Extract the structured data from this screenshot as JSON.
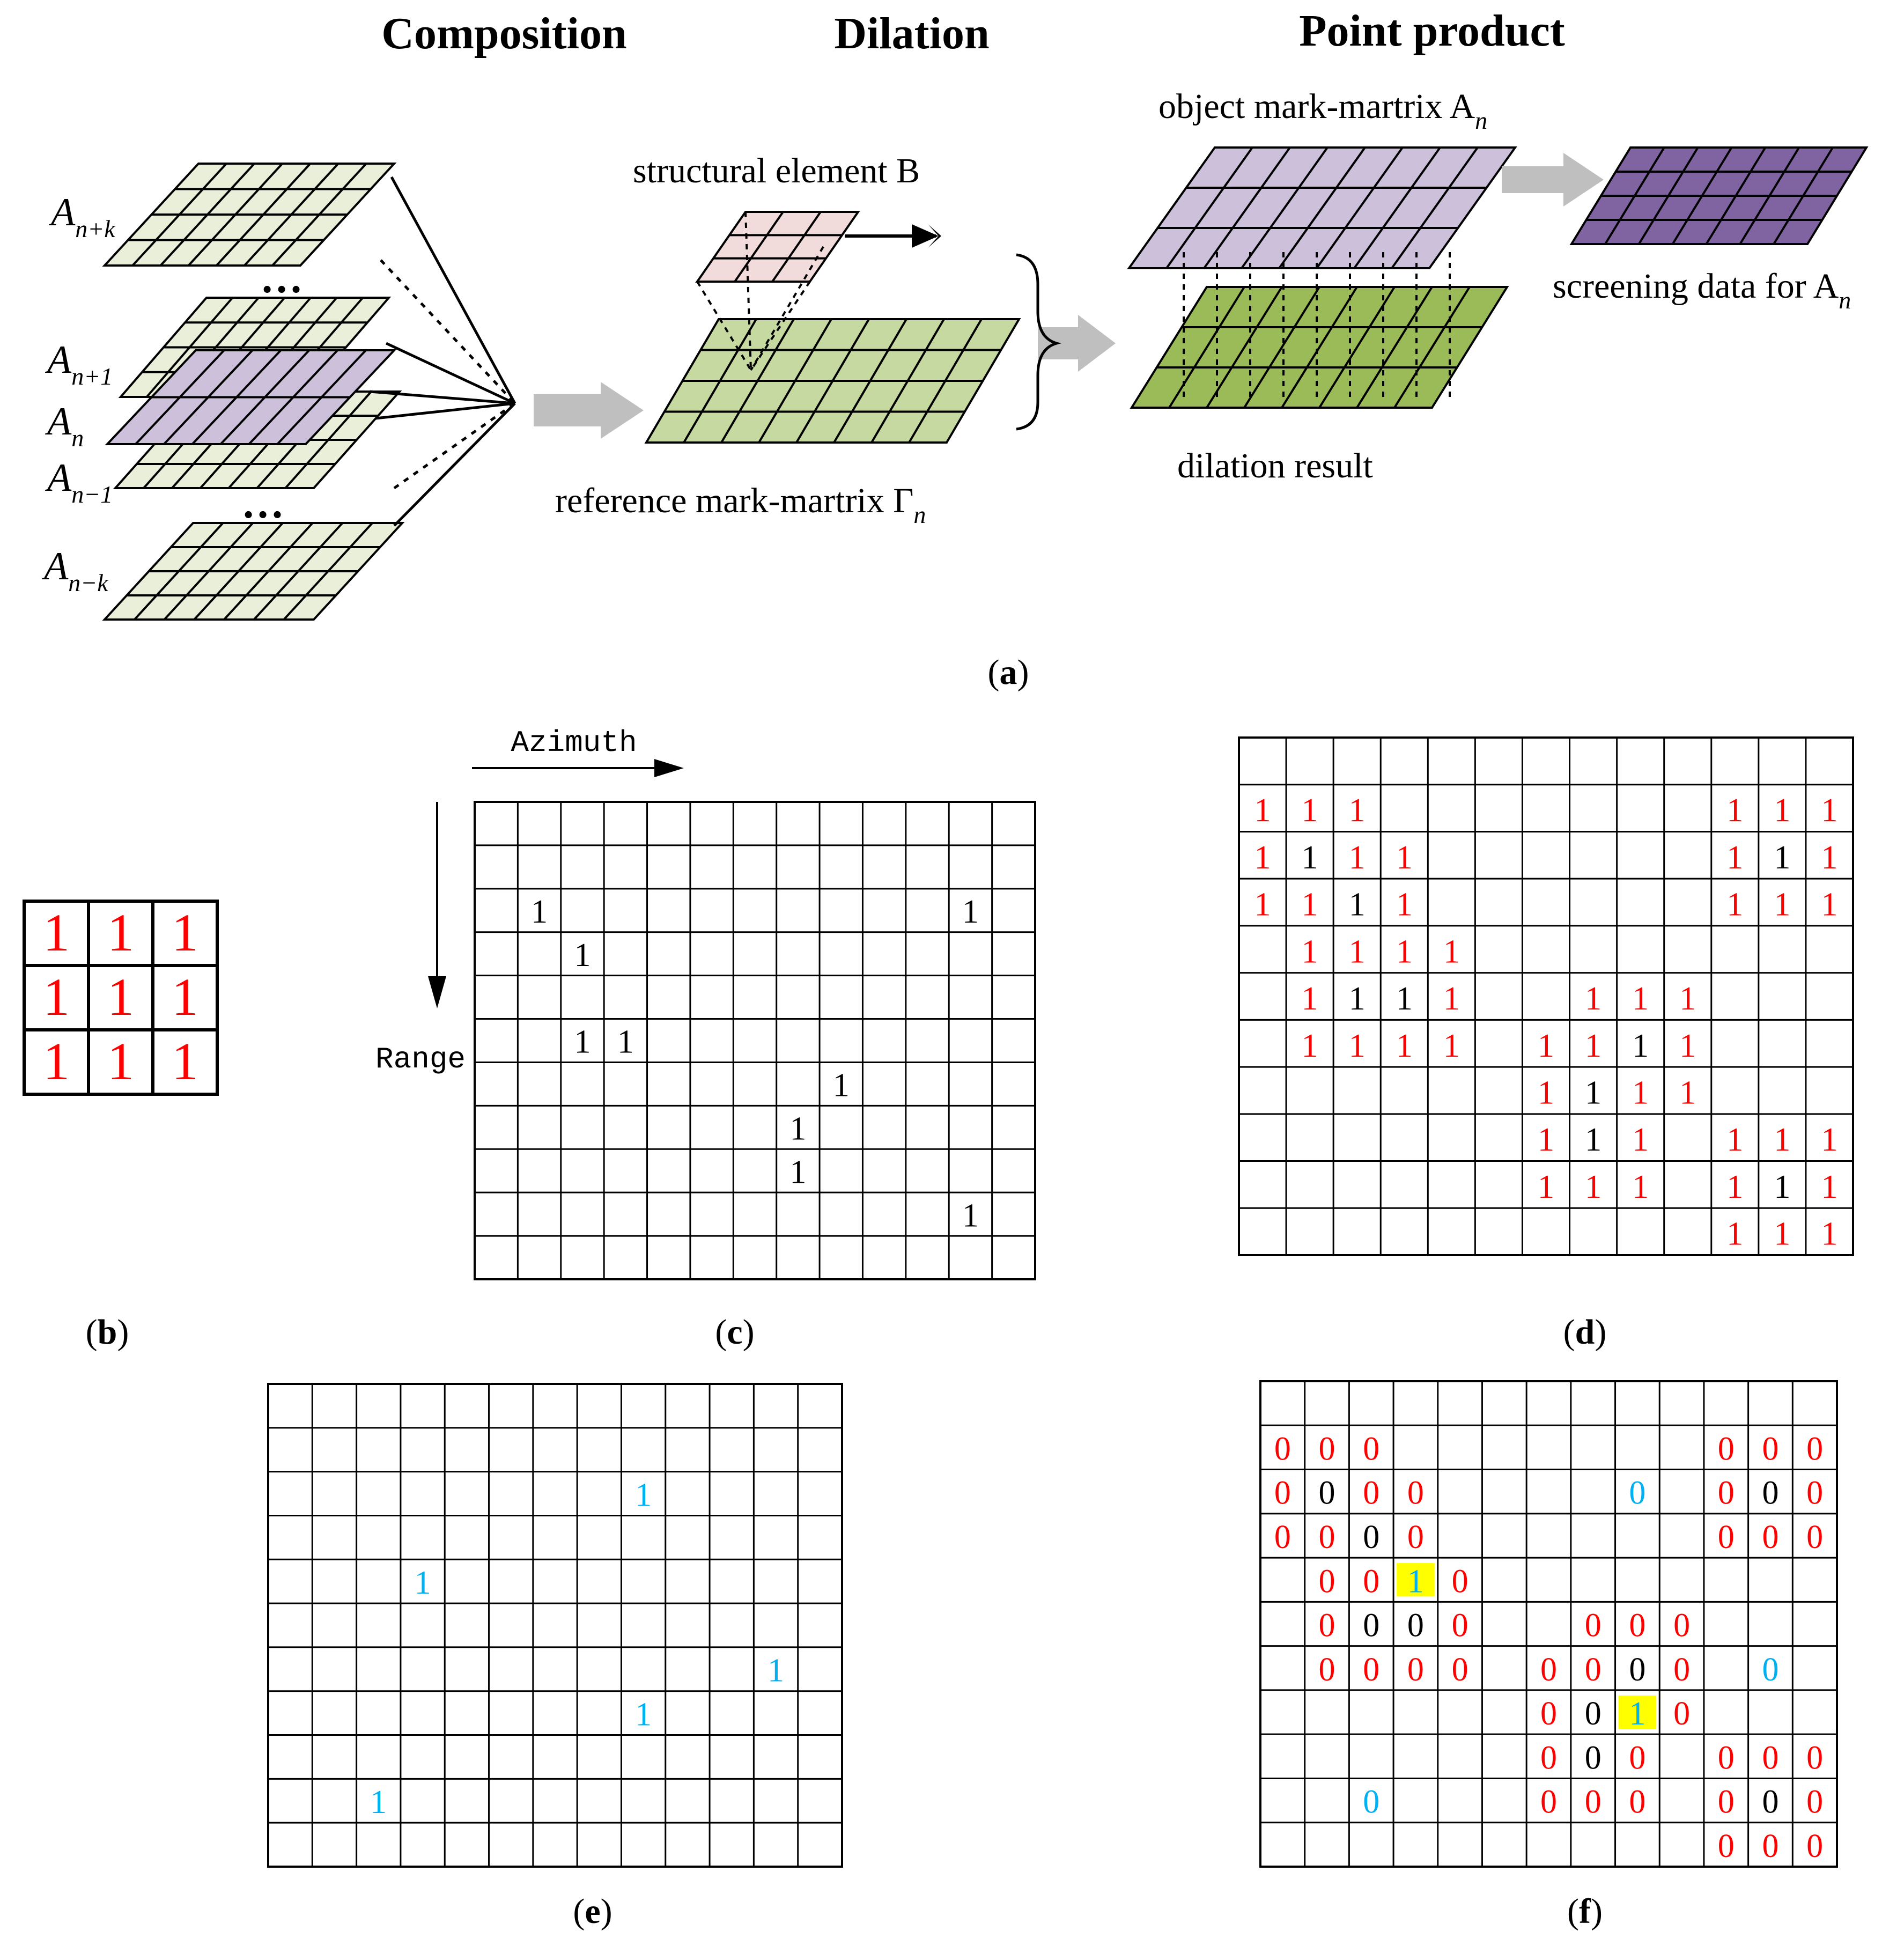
{
  "titles": {
    "composition": "Composition",
    "dilation": "Dilation",
    "point_product": "Point product"
  },
  "panel_a": {
    "stack_labels": [
      {
        "base": "A",
        "sub": "n+k"
      },
      {
        "base": "A",
        "sub": "n+1"
      },
      {
        "base": "A",
        "sub": "n"
      },
      {
        "base": "A",
        "sub": "n−1"
      },
      {
        "base": "A",
        "sub": "n−k"
      }
    ],
    "ellipsis": "…",
    "structural_element": "structural element B",
    "reference_matrix": "reference mark-martrix Γ",
    "reference_sub": "n",
    "object_matrix": "object mark-martrix A",
    "object_sub": "n",
    "dilation_result": "dilation result",
    "screening": "screening data for A",
    "screening_sub": "n",
    "colors": {
      "light_green": "#e9efd9",
      "green": "#c5d9a1",
      "dark_green": "#9bbb59",
      "lavender": "#ccc0da",
      "purple": "#8064a2",
      "pink": "#f2dcdb",
      "arrow_gray": "#bfbfbf"
    }
  },
  "panel_b": {
    "value": "1",
    "color": "#ff0000"
  },
  "panel_c": {
    "azimuth": "Azimuth",
    "range": "Range"
  },
  "captions": {
    "a": "a",
    "b": "b",
    "c": "c",
    "d": "d",
    "e": "e",
    "f": "f"
  },
  "grids": {
    "c": {
      "rows": 11,
      "cols": 13,
      "cells": [
        {
          "r": 2,
          "c": 1,
          "v": "1",
          "col": "#000000"
        },
        {
          "r": 2,
          "c": 11,
          "v": "1",
          "col": "#000000"
        },
        {
          "r": 3,
          "c": 2,
          "v": "1",
          "col": "#000000"
        },
        {
          "r": 5,
          "c": 2,
          "v": "1",
          "col": "#000000"
        },
        {
          "r": 5,
          "c": 3,
          "v": "1",
          "col": "#000000"
        },
        {
          "r": 6,
          "c": 8,
          "v": "1",
          "col": "#000000"
        },
        {
          "r": 7,
          "c": 7,
          "v": "1",
          "col": "#000000"
        },
        {
          "r": 8,
          "c": 7,
          "v": "1",
          "col": "#000000"
        },
        {
          "r": 9,
          "c": 11,
          "v": "1",
          "col": "#000000"
        }
      ]
    },
    "d": {
      "rows": 11,
      "cols": 13,
      "cells": [
        {
          "r": 1,
          "c": 0,
          "v": "1",
          "col": "#ff0000"
        },
        {
          "r": 1,
          "c": 1,
          "v": "1",
          "col": "#ff0000"
        },
        {
          "r": 1,
          "c": 2,
          "v": "1",
          "col": "#ff0000"
        },
        {
          "r": 1,
          "c": 10,
          "v": "1",
          "col": "#ff0000"
        },
        {
          "r": 1,
          "c": 11,
          "v": "1",
          "col": "#ff0000"
        },
        {
          "r": 1,
          "c": 12,
          "v": "1",
          "col": "#ff0000"
        },
        {
          "r": 2,
          "c": 0,
          "v": "1",
          "col": "#ff0000"
        },
        {
          "r": 2,
          "c": 1,
          "v": "1",
          "col": "#000000"
        },
        {
          "r": 2,
          "c": 2,
          "v": "1",
          "col": "#ff0000"
        },
        {
          "r": 2,
          "c": 3,
          "v": "1",
          "col": "#ff0000"
        },
        {
          "r": 2,
          "c": 10,
          "v": "1",
          "col": "#ff0000"
        },
        {
          "r": 2,
          "c": 11,
          "v": "1",
          "col": "#000000"
        },
        {
          "r": 2,
          "c": 12,
          "v": "1",
          "col": "#ff0000"
        },
        {
          "r": 3,
          "c": 0,
          "v": "1",
          "col": "#ff0000"
        },
        {
          "r": 3,
          "c": 1,
          "v": "1",
          "col": "#ff0000"
        },
        {
          "r": 3,
          "c": 2,
          "v": "1",
          "col": "#000000"
        },
        {
          "r": 3,
          "c": 3,
          "v": "1",
          "col": "#ff0000"
        },
        {
          "r": 3,
          "c": 10,
          "v": "1",
          "col": "#ff0000"
        },
        {
          "r": 3,
          "c": 11,
          "v": "1",
          "col": "#ff0000"
        },
        {
          "r": 3,
          "c": 12,
          "v": "1",
          "col": "#ff0000"
        },
        {
          "r": 4,
          "c": 1,
          "v": "1",
          "col": "#ff0000"
        },
        {
          "r": 4,
          "c": 2,
          "v": "1",
          "col": "#ff0000"
        },
        {
          "r": 4,
          "c": 3,
          "v": "1",
          "col": "#ff0000"
        },
        {
          "r": 4,
          "c": 4,
          "v": "1",
          "col": "#ff0000"
        },
        {
          "r": 5,
          "c": 1,
          "v": "1",
          "col": "#ff0000"
        },
        {
          "r": 5,
          "c": 2,
          "v": "1",
          "col": "#000000"
        },
        {
          "r": 5,
          "c": 3,
          "v": "1",
          "col": "#000000"
        },
        {
          "r": 5,
          "c": 4,
          "v": "1",
          "col": "#ff0000"
        },
        {
          "r": 5,
          "c": 7,
          "v": "1",
          "col": "#ff0000"
        },
        {
          "r": 5,
          "c": 8,
          "v": "1",
          "col": "#ff0000"
        },
        {
          "r": 5,
          "c": 9,
          "v": "1",
          "col": "#ff0000"
        },
        {
          "r": 6,
          "c": 1,
          "v": "1",
          "col": "#ff0000"
        },
        {
          "r": 6,
          "c": 2,
          "v": "1",
          "col": "#ff0000"
        },
        {
          "r": 6,
          "c": 3,
          "v": "1",
          "col": "#ff0000"
        },
        {
          "r": 6,
          "c": 4,
          "v": "1",
          "col": "#ff0000"
        },
        {
          "r": 6,
          "c": 6,
          "v": "1",
          "col": "#ff0000"
        },
        {
          "r": 6,
          "c": 7,
          "v": "1",
          "col": "#ff0000"
        },
        {
          "r": 6,
          "c": 8,
          "v": "1",
          "col": "#000000"
        },
        {
          "r": 6,
          "c": 9,
          "v": "1",
          "col": "#ff0000"
        },
        {
          "r": 7,
          "c": 6,
          "v": "1",
          "col": "#ff0000"
        },
        {
          "r": 7,
          "c": 7,
          "v": "1",
          "col": "#000000"
        },
        {
          "r": 7,
          "c": 8,
          "v": "1",
          "col": "#ff0000"
        },
        {
          "r": 7,
          "c": 9,
          "v": "1",
          "col": "#ff0000"
        },
        {
          "r": 8,
          "c": 6,
          "v": "1",
          "col": "#ff0000"
        },
        {
          "r": 8,
          "c": 7,
          "v": "1",
          "col": "#000000"
        },
        {
          "r": 8,
          "c": 8,
          "v": "1",
          "col": "#ff0000"
        },
        {
          "r": 8,
          "c": 10,
          "v": "1",
          "col": "#ff0000"
        },
        {
          "r": 8,
          "c": 11,
          "v": "1",
          "col": "#ff0000"
        },
        {
          "r": 8,
          "c": 12,
          "v": "1",
          "col": "#ff0000"
        },
        {
          "r": 9,
          "c": 6,
          "v": "1",
          "col": "#ff0000"
        },
        {
          "r": 9,
          "c": 7,
          "v": "1",
          "col": "#ff0000"
        },
        {
          "r": 9,
          "c": 8,
          "v": "1",
          "col": "#ff0000"
        },
        {
          "r": 9,
          "c": 10,
          "v": "1",
          "col": "#ff0000"
        },
        {
          "r": 9,
          "c": 11,
          "v": "1",
          "col": "#000000"
        },
        {
          "r": 9,
          "c": 12,
          "v": "1",
          "col": "#ff0000"
        },
        {
          "r": 10,
          "c": 10,
          "v": "1",
          "col": "#ff0000"
        },
        {
          "r": 10,
          "c": 11,
          "v": "1",
          "col": "#ff0000"
        },
        {
          "r": 10,
          "c": 12,
          "v": "1",
          "col": "#ff0000"
        }
      ]
    },
    "e": {
      "rows": 11,
      "cols": 13,
      "cells": [
        {
          "r": 2,
          "c": 8,
          "v": "1",
          "col": "#00b0f0"
        },
        {
          "r": 4,
          "c": 3,
          "v": "1",
          "col": "#00b0f0"
        },
        {
          "r": 6,
          "c": 11,
          "v": "1",
          "col": "#00b0f0"
        },
        {
          "r": 7,
          "c": 8,
          "v": "1",
          "col": "#00b0f0"
        },
        {
          "r": 9,
          "c": 2,
          "v": "1",
          "col": "#00b0f0"
        }
      ]
    },
    "f": {
      "rows": 11,
      "cols": 13,
      "cells": [
        {
          "r": 1,
          "c": 0,
          "v": "0",
          "col": "#ff0000"
        },
        {
          "r": 1,
          "c": 1,
          "v": "0",
          "col": "#ff0000"
        },
        {
          "r": 1,
          "c": 2,
          "v": "0",
          "col": "#ff0000"
        },
        {
          "r": 1,
          "c": 10,
          "v": "0",
          "col": "#ff0000"
        },
        {
          "r": 1,
          "c": 11,
          "v": "0",
          "col": "#ff0000"
        },
        {
          "r": 1,
          "c": 12,
          "v": "0",
          "col": "#ff0000"
        },
        {
          "r": 2,
          "c": 0,
          "v": "0",
          "col": "#ff0000"
        },
        {
          "r": 2,
          "c": 1,
          "v": "0",
          "col": "#000000"
        },
        {
          "r": 2,
          "c": 2,
          "v": "0",
          "col": "#ff0000"
        },
        {
          "r": 2,
          "c": 3,
          "v": "0",
          "col": "#ff0000"
        },
        {
          "r": 2,
          "c": 8,
          "v": "0",
          "col": "#00b0f0"
        },
        {
          "r": 2,
          "c": 10,
          "v": "0",
          "col": "#ff0000"
        },
        {
          "r": 2,
          "c": 11,
          "v": "0",
          "col": "#000000"
        },
        {
          "r": 2,
          "c": 12,
          "v": "0",
          "col": "#ff0000"
        },
        {
          "r": 3,
          "c": 0,
          "v": "0",
          "col": "#ff0000"
        },
        {
          "r": 3,
          "c": 1,
          "v": "0",
          "col": "#ff0000"
        },
        {
          "r": 3,
          "c": 2,
          "v": "0",
          "col": "#000000"
        },
        {
          "r": 3,
          "c": 3,
          "v": "0",
          "col": "#ff0000"
        },
        {
          "r": 3,
          "c": 10,
          "v": "0",
          "col": "#ff0000"
        },
        {
          "r": 3,
          "c": 11,
          "v": "0",
          "col": "#ff0000"
        },
        {
          "r": 3,
          "c": 12,
          "v": "0",
          "col": "#ff0000"
        },
        {
          "r": 4,
          "c": 1,
          "v": "0",
          "col": "#ff0000"
        },
        {
          "r": 4,
          "c": 2,
          "v": "0",
          "col": "#ff0000"
        },
        {
          "r": 4,
          "c": 3,
          "v": "1",
          "col": "#00b0f0",
          "hl": "#ffff00"
        },
        {
          "r": 4,
          "c": 4,
          "v": "0",
          "col": "#ff0000"
        },
        {
          "r": 5,
          "c": 1,
          "v": "0",
          "col": "#ff0000"
        },
        {
          "r": 5,
          "c": 2,
          "v": "0",
          "col": "#000000"
        },
        {
          "r": 5,
          "c": 3,
          "v": "0",
          "col": "#000000"
        },
        {
          "r": 5,
          "c": 4,
          "v": "0",
          "col": "#ff0000"
        },
        {
          "r": 5,
          "c": 7,
          "v": "0",
          "col": "#ff0000"
        },
        {
          "r": 5,
          "c": 8,
          "v": "0",
          "col": "#ff0000"
        },
        {
          "r": 5,
          "c": 9,
          "v": "0",
          "col": "#ff0000"
        },
        {
          "r": 6,
          "c": 1,
          "v": "0",
          "col": "#ff0000"
        },
        {
          "r": 6,
          "c": 2,
          "v": "0",
          "col": "#ff0000"
        },
        {
          "r": 6,
          "c": 3,
          "v": "0",
          "col": "#ff0000"
        },
        {
          "r": 6,
          "c": 4,
          "v": "0",
          "col": "#ff0000"
        },
        {
          "r": 6,
          "c": 6,
          "v": "0",
          "col": "#ff0000"
        },
        {
          "r": 6,
          "c": 7,
          "v": "0",
          "col": "#ff0000"
        },
        {
          "r": 6,
          "c": 8,
          "v": "0",
          "col": "#000000"
        },
        {
          "r": 6,
          "c": 9,
          "v": "0",
          "col": "#ff0000"
        },
        {
          "r": 6,
          "c": 11,
          "v": "0",
          "col": "#00b0f0"
        },
        {
          "r": 7,
          "c": 6,
          "v": "0",
          "col": "#ff0000"
        },
        {
          "r": 7,
          "c": 7,
          "v": "0",
          "col": "#000000"
        },
        {
          "r": 7,
          "c": 8,
          "v": "1",
          "col": "#00b0f0",
          "hl": "#ffff00"
        },
        {
          "r": 7,
          "c": 9,
          "v": "0",
          "col": "#ff0000"
        },
        {
          "r": 8,
          "c": 6,
          "v": "0",
          "col": "#ff0000"
        },
        {
          "r": 8,
          "c": 7,
          "v": "0",
          "col": "#000000"
        },
        {
          "r": 8,
          "c": 8,
          "v": "0",
          "col": "#ff0000"
        },
        {
          "r": 8,
          "c": 10,
          "v": "0",
          "col": "#ff0000"
        },
        {
          "r": 8,
          "c": 11,
          "v": "0",
          "col": "#ff0000"
        },
        {
          "r": 8,
          "c": 12,
          "v": "0",
          "col": "#ff0000"
        },
        {
          "r": 9,
          "c": 2,
          "v": "0",
          "col": "#00b0f0"
        },
        {
          "r": 9,
          "c": 6,
          "v": "0",
          "col": "#ff0000"
        },
        {
          "r": 9,
          "c": 7,
          "v": "0",
          "col": "#ff0000"
        },
        {
          "r": 9,
          "c": 8,
          "v": "0",
          "col": "#ff0000"
        },
        {
          "r": 9,
          "c": 10,
          "v": "0",
          "col": "#ff0000"
        },
        {
          "r": 9,
          "c": 11,
          "v": "0",
          "col": "#000000"
        },
        {
          "r": 9,
          "c": 12,
          "v": "0",
          "col": "#ff0000"
        },
        {
          "r": 10,
          "c": 10,
          "v": "0",
          "col": "#ff0000"
        },
        {
          "r": 10,
          "c": 11,
          "v": "0",
          "col": "#ff0000"
        },
        {
          "r": 10,
          "c": 12,
          "v": "0",
          "col": "#ff0000"
        }
      ]
    }
  }
}
